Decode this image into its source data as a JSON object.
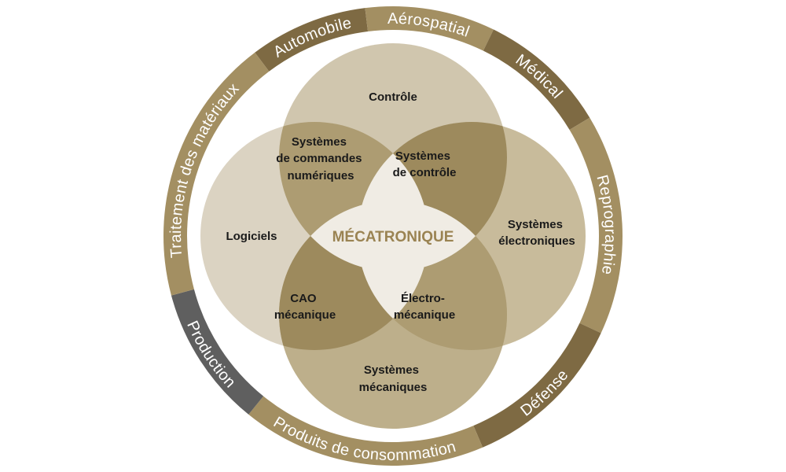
{
  "center": {
    "label": "MÉCATRONIQUE",
    "color": "#9a8352"
  },
  "circles": {
    "top": {
      "label": "Contrôle"
    },
    "left": {
      "label": "Logiciels"
    },
    "right": {
      "label_line1": "Systèmes",
      "label_line2": "électroniques"
    },
    "bottom": {
      "label_line1": "Systèmes",
      "label_line2": "mécaniques"
    }
  },
  "overlaps": {
    "top_left": {
      "line1": "Systèmes",
      "line2": "de commandes",
      "line3": "numériques"
    },
    "top_right": {
      "line1": "Systèmes",
      "line2": "de contrôle"
    },
    "bottom_left": {
      "line1": "CAO",
      "line2": "mécanique"
    },
    "bottom_right": {
      "line1": "Électro-",
      "line2": "mécanique"
    }
  },
  "ring_segments": [
    {
      "label": "Automobile",
      "color": "#7e6a43"
    },
    {
      "label": "Aérospatial",
      "color": "#a38f62"
    },
    {
      "label": "Médical",
      "color": "#7e6a43"
    },
    {
      "label": "Reprographie",
      "color": "#a38f62"
    },
    {
      "label": "Défense",
      "color": "#7e6a43"
    },
    {
      "label": "Produits de consommation",
      "color": "#a38f62"
    },
    {
      "label": "Production",
      "color": "#5f5f5f"
    },
    {
      "label": "Traitement des matériaux",
      "color": "#a38f62"
    }
  ]
}
